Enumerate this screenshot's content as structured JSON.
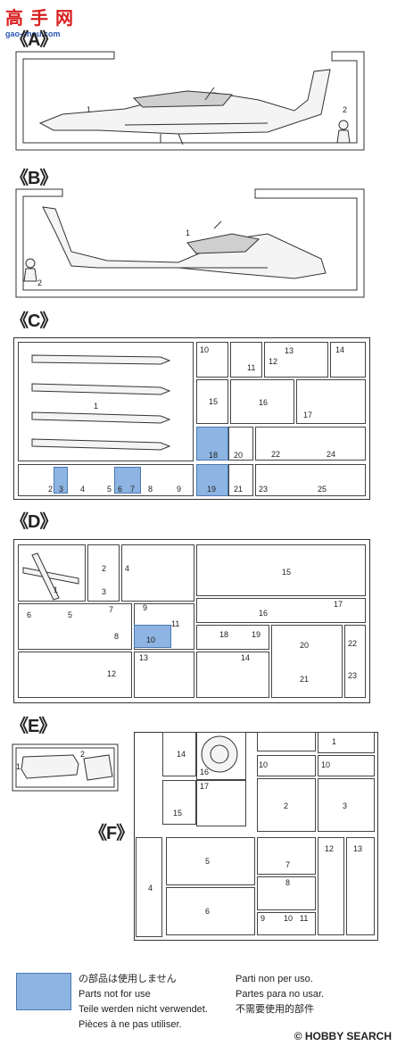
{
  "logo": {
    "main": "高手网",
    "sub": "gao-shou.com"
  },
  "sections": {
    "A": {
      "label": "《A》",
      "parts": [
        "1",
        "2"
      ]
    },
    "B": {
      "label": "《B》",
      "parts": [
        "1",
        "2"
      ]
    },
    "C": {
      "label": "《C》",
      "parts": [
        "1",
        "2",
        "3",
        "4",
        "5",
        "6",
        "7",
        "8",
        "9",
        "10",
        "11",
        "12",
        "13",
        "14",
        "15",
        "16",
        "17",
        "18",
        "19",
        "20",
        "21",
        "22",
        "23",
        "24",
        "25"
      ]
    },
    "D": {
      "label": "《D》",
      "parts": [
        "1",
        "2",
        "3",
        "4",
        "5",
        "6",
        "7",
        "8",
        "9",
        "10",
        "11",
        "12",
        "13",
        "14",
        "15",
        "16",
        "17",
        "18",
        "19",
        "20",
        "21",
        "22",
        "23"
      ]
    },
    "E": {
      "label": "《E》",
      "parts": [
        "1",
        "2"
      ]
    },
    "F": {
      "label": "《F》",
      "parts": [
        "1",
        "2",
        "3",
        "4",
        "5",
        "6",
        "7",
        "8",
        "9",
        "10",
        "11",
        "12",
        "13",
        "14",
        "15",
        "16",
        "17"
      ]
    }
  },
  "legend": {
    "color": "#8db4e2",
    "lines_left": [
      "の部品は使用しません",
      "Parts not for use",
      "Teile werden nicht verwendet.",
      "Pièces à ne pas utiliser."
    ],
    "lines_right": [
      "Parti non per uso.",
      "Partes para no usar.",
      "不需要使用的部件"
    ]
  },
  "watermark": "© HOBBY SEARCH"
}
